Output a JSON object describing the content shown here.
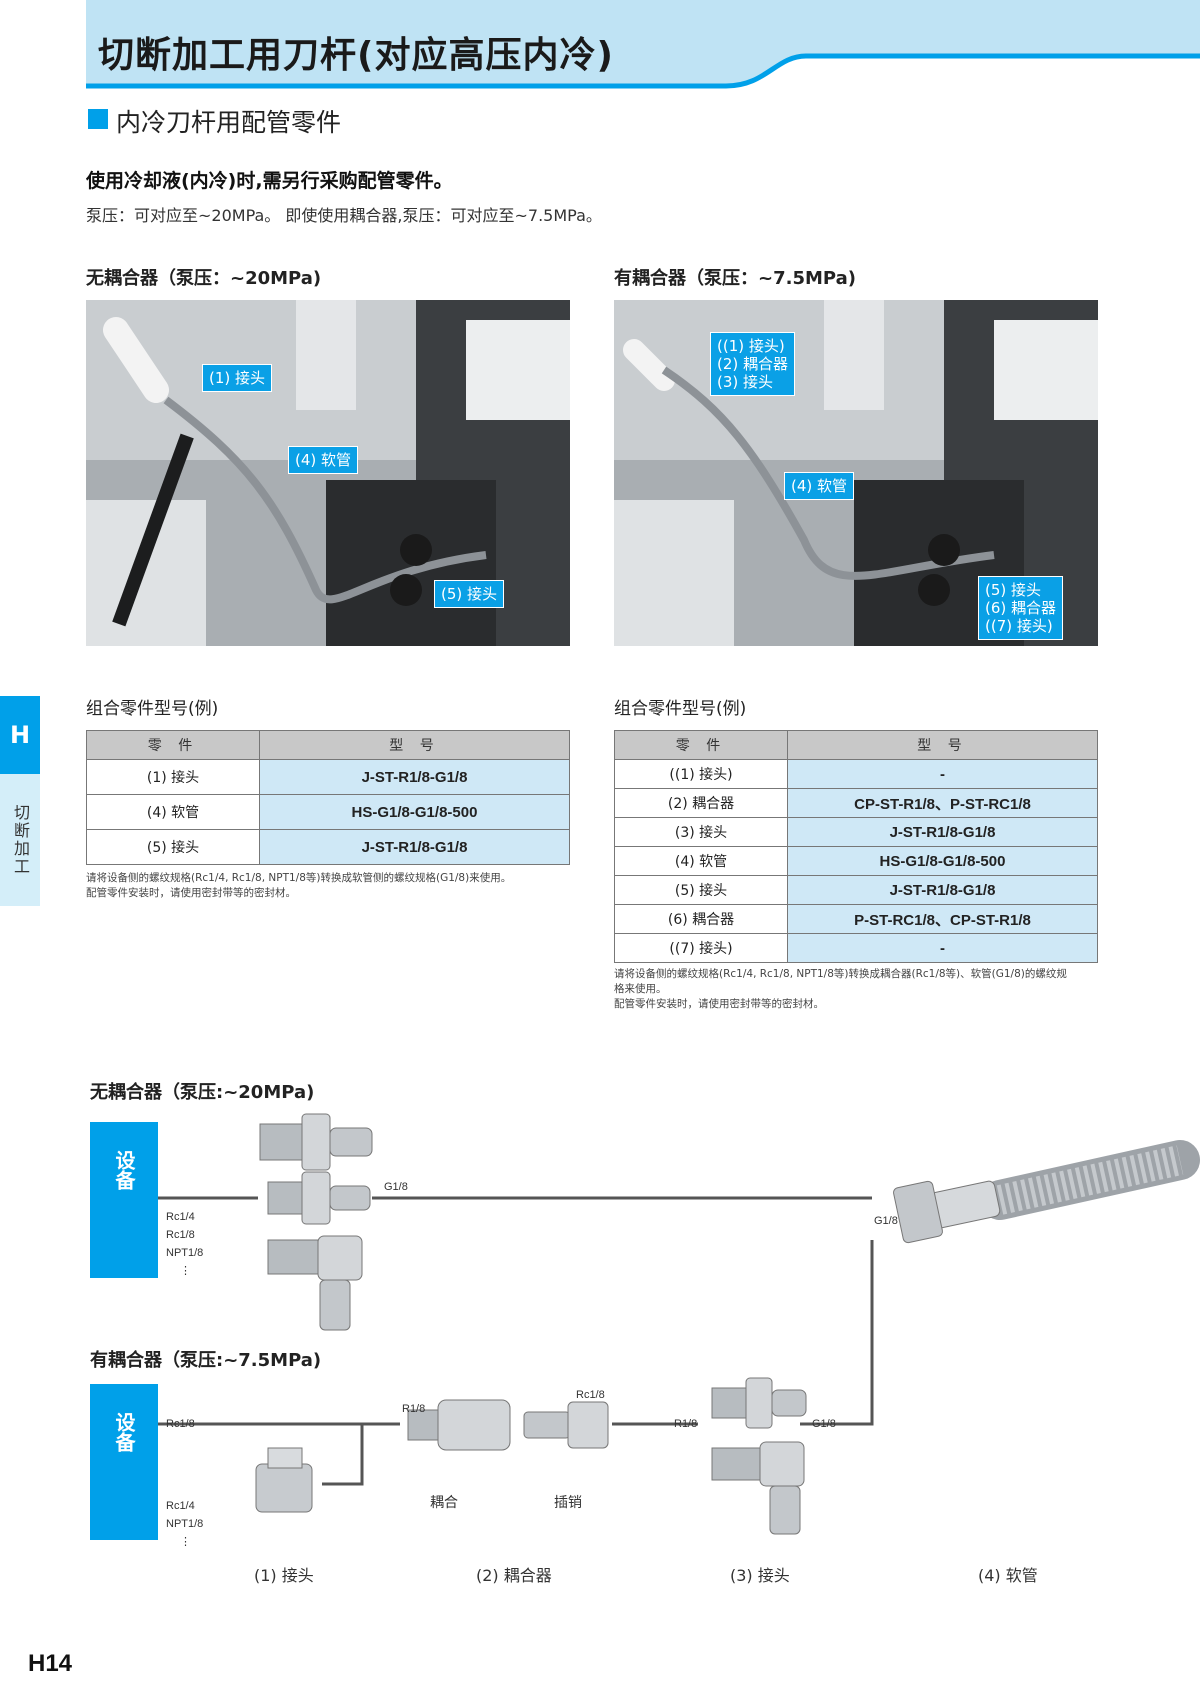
{
  "page": {
    "title": "切断加工用刀杆(对应高压内冷)",
    "section_title": "内冷刀杆用配管零件",
    "lead_bold": "使用冷却液(内冷)时,需另行采购配管零件。",
    "lead_text": "泵压：可对应至~20MPa。 即使使用耦合器,泵压：可对应至~7.5MPa。",
    "page_number": "H14",
    "side_tab_letter": "H",
    "side_tab_text": "切断加工",
    "accent_color": "#00a0e9"
  },
  "left": {
    "heading": "无耦合器（泵压：~20MPa)",
    "callouts": {
      "c1": "(1) 接头",
      "c4": "(4) 软管",
      "c5": "(5) 接头"
    },
    "table_title": "组合零件型号(例)",
    "table_headers": [
      "零 件",
      "型 号"
    ],
    "rows": [
      {
        "part": "(1) 接头",
        "model": "J-ST-R1/8-G1/8"
      },
      {
        "part": "(4) 软管",
        "model": "HS-G1/8-G1/8-500"
      },
      {
        "part": "(5) 接头",
        "model": "J-ST-R1/8-G1/8"
      }
    ],
    "notes": [
      "请将设备侧的螺纹规格(Rc1/4, Rc1/8, NPT1/8等)转换成软管侧的螺纹规格(G1/8)来使用。",
      "配管零件安装时，请使用密封带等的密封材。"
    ]
  },
  "right": {
    "heading": "有耦合器（泵压：~7.5MPa)",
    "callouts": {
      "top": [
        "((1) 接头)",
        "(2) 耦合器",
        "(3) 接头"
      ],
      "c4": "(4) 软管",
      "bottom": [
        "(5) 接头",
        "(6) 耦合器",
        "((7) 接头)"
      ]
    },
    "table_title": "组合零件型号(例)",
    "table_headers": [
      "零 件",
      "型 号"
    ],
    "rows": [
      {
        "part": "((1) 接头)",
        "model": "-"
      },
      {
        "part": "(2) 耦合器",
        "model": "CP-ST-R1/8、P-ST-RC1/8"
      },
      {
        "part": "(3) 接头",
        "model": "J-ST-R1/8-G1/8"
      },
      {
        "part": "(4) 软管",
        "model": "HS-G1/8-G1/8-500"
      },
      {
        "part": "(5) 接头",
        "model": "J-ST-R1/8-G1/8"
      },
      {
        "part": "(6) 耦合器",
        "model": "P-ST-RC1/8、CP-ST-R1/8"
      },
      {
        "part": "((7) 接头)",
        "model": "-"
      }
    ],
    "notes": [
      "请将设备侧的螺纹规格(Rc1/4, Rc1/8, NPT1/8等)转换成耦合器(Rc1/8等)、软管(G1/8)的螺纹规",
      "格来使用。",
      "配管零件安装时，请使用密封带等的密封材。"
    ]
  },
  "diagram": {
    "top_heading": "无耦合器（泵压:~20MPa)",
    "bottom_heading": "有耦合器（泵压:~7.5MPa)",
    "device_label": "设备",
    "top_thread_labels": [
      "Rc1/4",
      "Rc1/8",
      "NPT1/8",
      "⋮"
    ],
    "top_g18": "G1/8",
    "hose_g18": "G1/8",
    "bottom_rc18": "Rc1/8",
    "bottom_threads": [
      "Rc1/4",
      "NPT1/8",
      "⋮"
    ],
    "coupler_r18": "R1/8",
    "plug_rc18": "Rc1/8",
    "joint3_r18": "R1/8",
    "joint3_g18": "G1/8",
    "coupler_label": "耦合",
    "plug_label": "插销",
    "captions": [
      "(1) 接头",
      "(2) 耦合器",
      "(3) 接头",
      "(4) 软管"
    ]
  }
}
